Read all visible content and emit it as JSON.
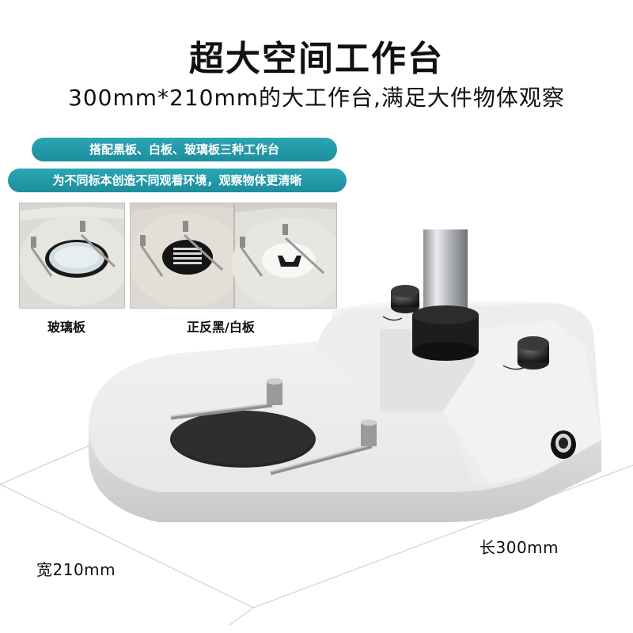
{
  "header": {
    "title": "超大空间工作台",
    "subtitle": "300mm*210mm的大工作台,满足大件物体观察"
  },
  "badges": {
    "line1": "搭配黑板、白板、玻璃板三种工作台",
    "line2": "为不同标本创造不同观看环境，观察物体更清晰"
  },
  "thumbnails": {
    "glass_label": "玻璃板",
    "reversible_label": "正反黑/白板"
  },
  "dimensions": {
    "length": "长300mm",
    "width": "宽210mm"
  },
  "colors": {
    "badge": "#1e8d9c",
    "stand_body": "#efefef",
    "stage_plate": "#2b2b2b"
  }
}
